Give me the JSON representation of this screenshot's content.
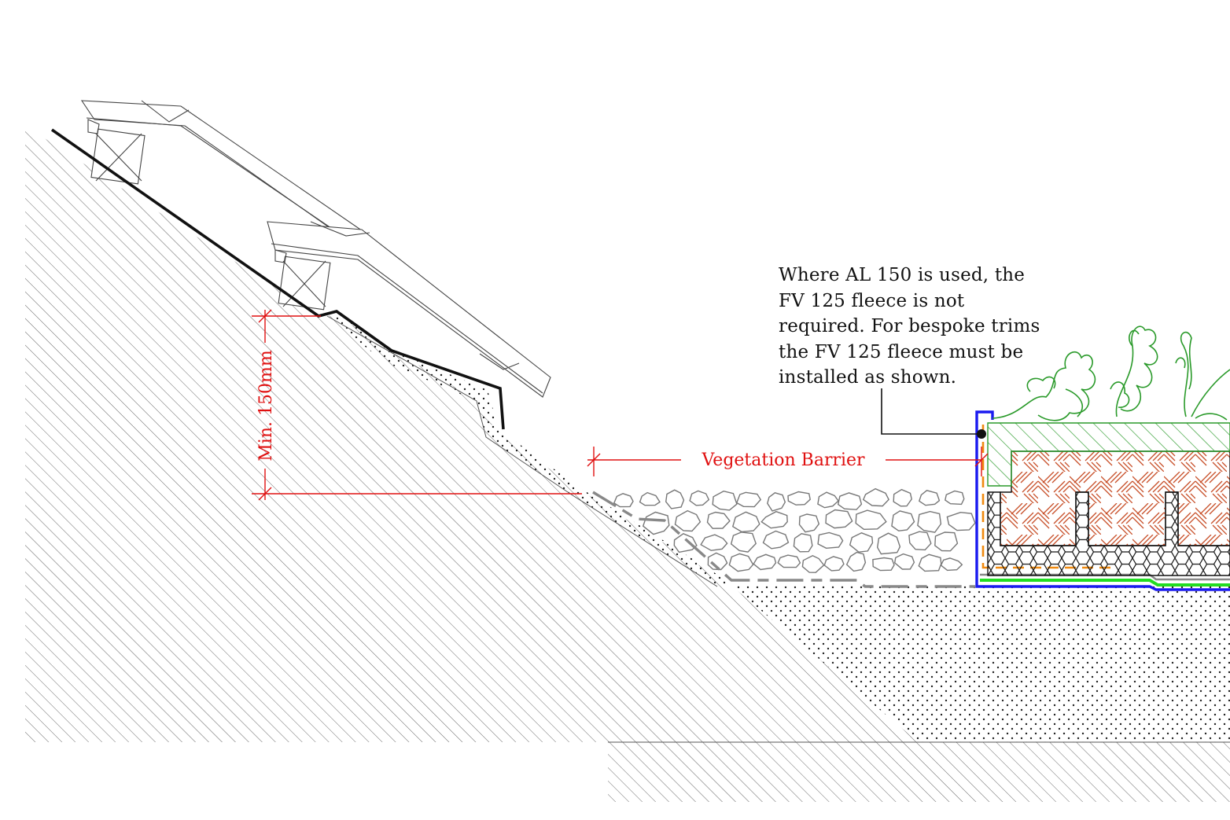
{
  "annotation": {
    "lines": [
      "Where AL 150 is used, the",
      "FV 125 fleece is not",
      "required. For bespoke trims",
      "the FV 125 fleece must be",
      "installed as shown."
    ]
  },
  "dimensions": {
    "vertical_label": "Min. 150mm",
    "barrier_label": "Vegetation Barrier"
  },
  "colors": {
    "dimension": "#e01010",
    "trim": "#1a1af0",
    "membrane": "#22dd22",
    "fleece": "#f08a10",
    "vegetation": "#2a9a2a",
    "substrate": "#c8502a",
    "drainage": "#111111",
    "pebbles": "#777777"
  }
}
